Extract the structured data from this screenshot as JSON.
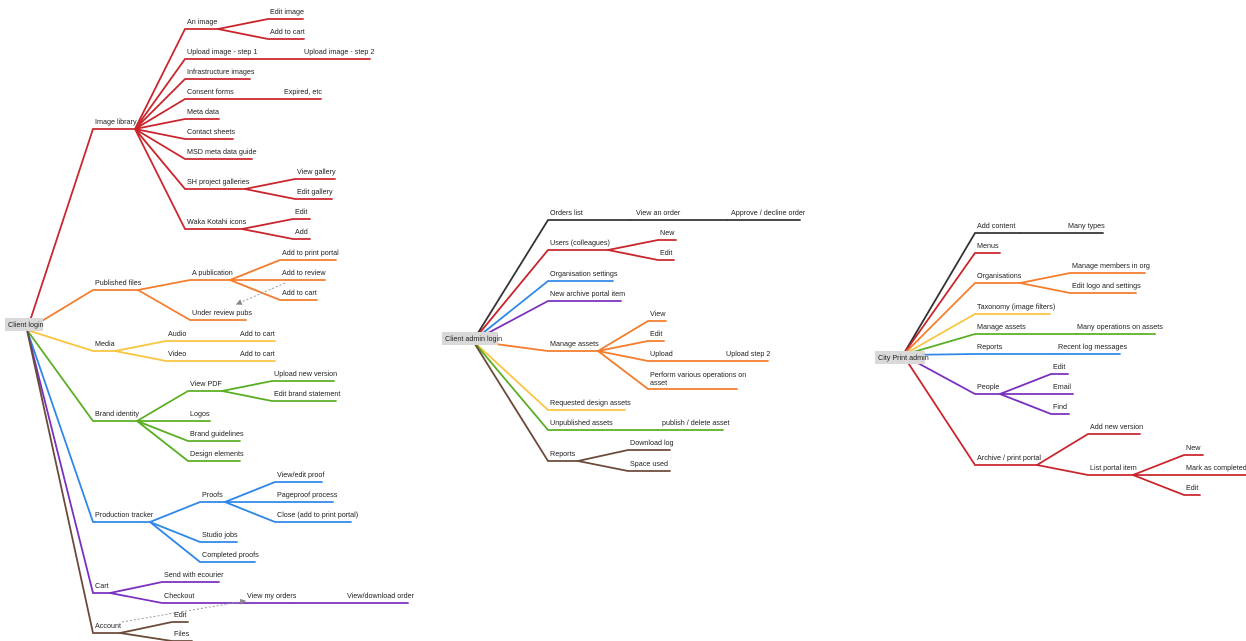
{
  "maps": [
    {
      "root": "Client login",
      "children": [
        {
          "label": "Image library",
          "color": "#c9252d",
          "children": [
            {
              "label": "An image",
              "children": [
                {
                  "label": "Edit image"
                },
                {
                  "label": "Add to cart"
                }
              ]
            },
            {
              "label": "Upload image - step 1",
              "children": [
                {
                  "label": "Upload image - step 2"
                }
              ]
            },
            {
              "label": "Infrastructure images"
            },
            {
              "label": "Consent forms",
              "children": [
                {
                  "label": "Expired, etc"
                }
              ]
            },
            {
              "label": "Meta data"
            },
            {
              "label": "Contact sheets"
            },
            {
              "label": "MSD meta data guide"
            },
            {
              "label": "SH project galleries",
              "children": [
                {
                  "label": "View gallery"
                },
                {
                  "label": "Edit gallery"
                }
              ]
            },
            {
              "label": "Waka Kotahi icons",
              "children": [
                {
                  "label": "Edit"
                },
                {
                  "label": "Add"
                }
              ]
            }
          ]
        },
        {
          "label": "Published files",
          "color": "#f47c2c",
          "children": [
            {
              "label": "A publication",
              "children": [
                {
                  "label": "Add to print portal"
                },
                {
                  "label": "Add to review"
                },
                {
                  "label": "Add to cart"
                }
              ]
            },
            {
              "label": "Under review pubs"
            }
          ]
        },
        {
          "label": "Media",
          "color": "#f9c440",
          "children": [
            {
              "label": "Audio",
              "children": [
                {
                  "label": "Add to cart"
                }
              ]
            },
            {
              "label": "Video",
              "children": [
                {
                  "label": "Add to cart"
                }
              ]
            }
          ]
        },
        {
          "label": "Brand identity",
          "color": "#5aae23",
          "children": [
            {
              "label": "View PDF",
              "children": [
                {
                  "label": "Upload new version"
                },
                {
                  "label": "Edit brand statement"
                }
              ]
            },
            {
              "label": "Logos"
            },
            {
              "label": "Brand guidelines"
            },
            {
              "label": "Design elements"
            }
          ]
        },
        {
          "label": "Production tracker",
          "color": "#2f87e9",
          "children": [
            {
              "label": "Proofs",
              "children": [
                {
                  "label": "View/edit proof"
                },
                {
                  "label": "Pageproof process"
                },
                {
                  "label": "Close (add to print portal)"
                }
              ]
            },
            {
              "label": "Studio jobs"
            },
            {
              "label": "Completed proofs"
            }
          ]
        },
        {
          "label": "Cart",
          "color": "#7a2fbf",
          "children": [
            {
              "label": "Send with ecourier"
            },
            {
              "label": "Checkout",
              "children": [
                {
                  "label": "View my orders",
                  "children": [
                    {
                      "label": "View/download order"
                    }
                  ]
                }
              ]
            }
          ]
        },
        {
          "label": "Account",
          "color": "#6b4a3a",
          "children": [
            {
              "label": "Edit"
            },
            {
              "label": "Files"
            }
          ]
        }
      ]
    },
    {
      "root": "Client admin login",
      "children": [
        {
          "label": "Orders list",
          "color": "#333333",
          "children": [
            {
              "label": "View an order",
              "children": [
                {
                  "label": "Approve / decline order"
                }
              ]
            }
          ]
        },
        {
          "label": "Users (colleagues)",
          "color": "#c9252d",
          "children": [
            {
              "label": "New"
            },
            {
              "label": "Edit"
            }
          ]
        },
        {
          "label": "Organisation settings",
          "color": "#2f87e9"
        },
        {
          "label": "New archive portal item",
          "color": "#7a2fbf"
        },
        {
          "label": "Manage assets",
          "color": "#f47c2c",
          "children": [
            {
              "label": "View"
            },
            {
              "label": "Edit"
            },
            {
              "label": "Upload",
              "children": [
                {
                  "label": "Upload step 2"
                }
              ]
            },
            {
              "label": "Perform various operations on",
              "label2": "asset"
            }
          ]
        },
        {
          "label": "Requested design assets",
          "color": "#f9c440"
        },
        {
          "label": "Unpublished assets",
          "color": "#5aae23",
          "children": [
            {
              "label": "publish / delete asset"
            }
          ]
        },
        {
          "label": "Reports",
          "color": "#6b4a3a",
          "children": [
            {
              "label": "Download log"
            },
            {
              "label": "Space used"
            }
          ]
        }
      ]
    },
    {
      "root": "City Print admin",
      "children": [
        {
          "label": "Add content",
          "color": "#333333",
          "children": [
            {
              "label": "Many types"
            }
          ]
        },
        {
          "label": "Menus",
          "color": "#c9252d"
        },
        {
          "label": "Organisations",
          "color": "#f47c2c",
          "children": [
            {
              "label": "Manage members in org"
            },
            {
              "label": "Edit logo and settings"
            }
          ]
        },
        {
          "label": "Taxonomy (image filters)",
          "color": "#f9c440"
        },
        {
          "label": "Manage assets",
          "color": "#5aae23",
          "children": [
            {
              "label": "Many operations on assets"
            }
          ]
        },
        {
          "label": "Reports",
          "color": "#2f87e9",
          "children": [
            {
              "label": "Recent log messages"
            }
          ]
        },
        {
          "label": "People",
          "color": "#7a2fbf",
          "children": [
            {
              "label": "Edit"
            },
            {
              "label": "Email"
            },
            {
              "label": "Find"
            }
          ]
        },
        {
          "label": "Archive / print portal",
          "color": "#c9252d",
          "children": [
            {
              "label": "Add new version"
            },
            {
              "label": "List portal item",
              "children": [
                {
                  "label": "New"
                },
                {
                  "label": "Mark as completed"
                },
                {
                  "label": "Edit"
                }
              ]
            }
          ]
        }
      ]
    }
  ]
}
